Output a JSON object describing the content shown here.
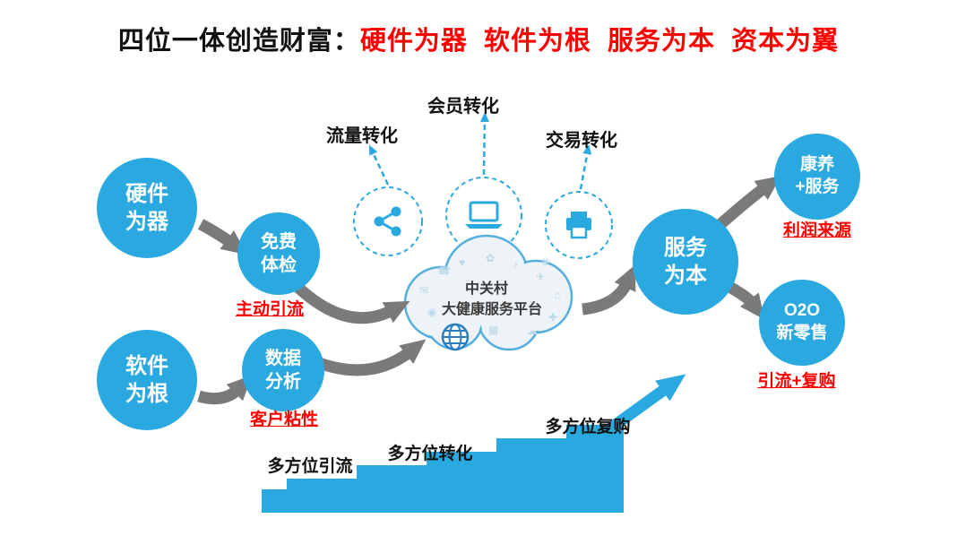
{
  "title": {
    "prefix": "四位一体创造财富：",
    "highlight": "硬件为器  软件为根  服务为本  资本为翼"
  },
  "nodes": {
    "hardware": {
      "line1": "硬件",
      "line2": "为器"
    },
    "software": {
      "line1": "软件",
      "line2": "为根"
    },
    "free_checkup": {
      "line1": "免费",
      "line2": "体检"
    },
    "data_analysis": {
      "line1": "数据",
      "line2": "分析"
    },
    "service_core": {
      "line1": "服务",
      "line2": "为本"
    },
    "wellness_service": {
      "line1": "康养",
      "line2": "+服务"
    },
    "o2o_retail": {
      "line1": "O2O",
      "line2": "新零售"
    }
  },
  "conversion_labels": {
    "traffic": "流量转化",
    "member": "会员转化",
    "trade": "交易转化"
  },
  "red_labels": {
    "active_diversion": "主动引流",
    "customer_stickiness": "客户粘性",
    "profit_source": "利润来源",
    "diversion_repurchase": "引流+复购"
  },
  "cloud": {
    "line1": "中关村",
    "line2": "大健康服务平台",
    "icons": [
      "✉",
      "☎",
      "♥",
      "✿",
      "♪",
      "✈",
      "⌂",
      "✚",
      "☁",
      "◉",
      "▦",
      "❀"
    ]
  },
  "stairs": {
    "step1": "多方位引流",
    "step2": "多方位转化",
    "step3": "多方位复购"
  },
  "colors": {
    "blue": "#29a9e0",
    "red": "#fe0000",
    "gray": "#7a7a7a"
  }
}
